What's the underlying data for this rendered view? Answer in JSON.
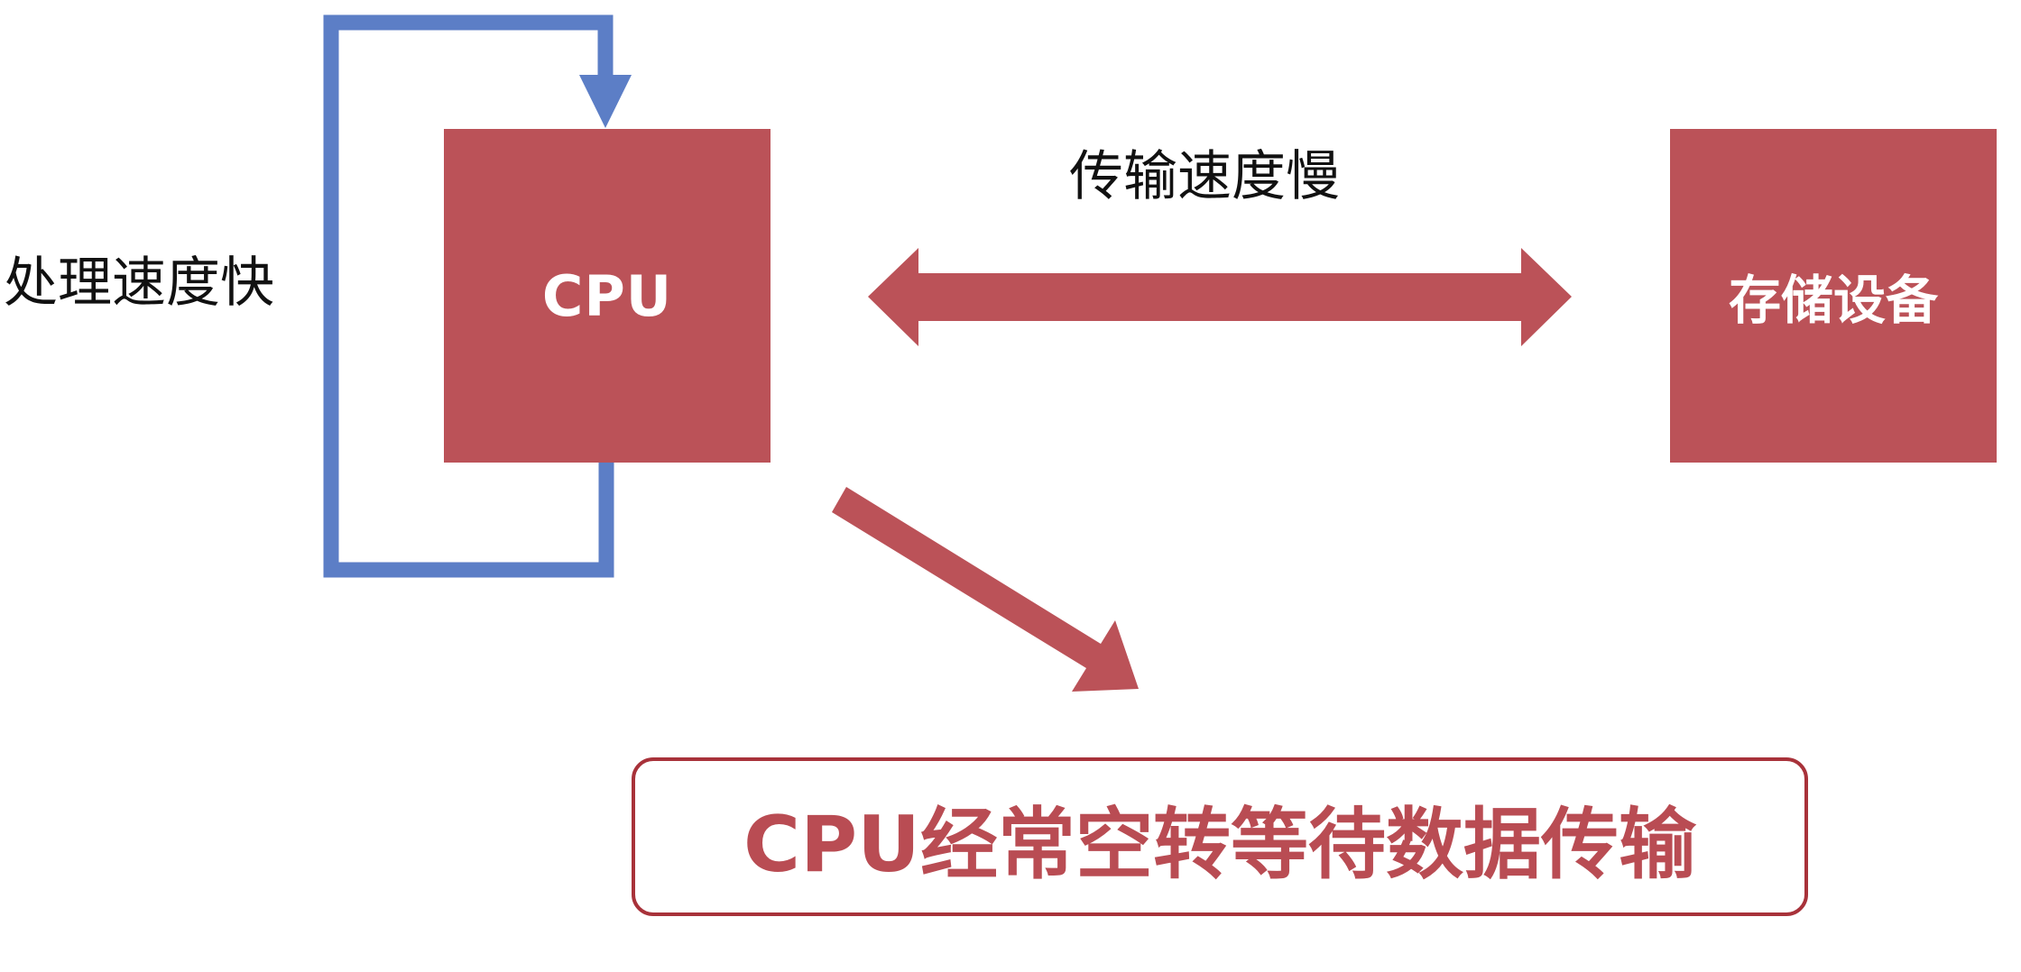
{
  "labels": {
    "processing_speed": "处理速度快",
    "transfer_speed": "传输速度慢"
  },
  "boxes": {
    "cpu": "CPU",
    "storage": "存储设备"
  },
  "callout": {
    "text": "CPU经常空转等待数据传输"
  },
  "colors": {
    "box_fill": "#bb5258",
    "loop_arrow": "#5c7ec6",
    "callout_text": "#b94c53",
    "callout_border": "#a8323a"
  }
}
